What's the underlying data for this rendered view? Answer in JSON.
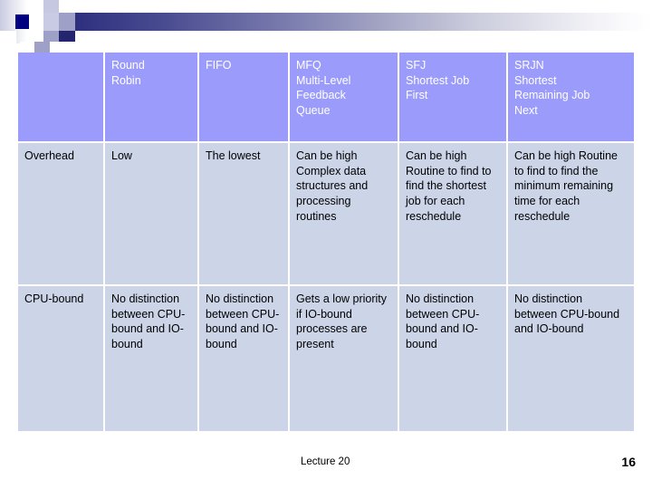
{
  "slide": {
    "footer_label": "Lecture 20",
    "page_number": "16",
    "colors": {
      "header_cell": "#9b9bfb",
      "body_cell": "#ccd4e8",
      "gradient_start": "#23256e",
      "gradient_end": "#ffffff",
      "header_text": "#ffffff",
      "body_text": "#000000"
    }
  },
  "table": {
    "columns": [
      {
        "key": "label",
        "header": ""
      },
      {
        "key": "rr",
        "header": "Round Robin"
      },
      {
        "key": "fifo",
        "header": "FIFO"
      },
      {
        "key": "mfq",
        "header": "MFQ\nMulti-Level Feedback Queue"
      },
      {
        "key": "sfj",
        "header": "SFJ\nShortest Job First"
      },
      {
        "key": "srjn",
        "header": "SRJN\nShortest Remaining Job Next"
      }
    ],
    "header_lines": {
      "col0": [],
      "col1": [
        "Round",
        "Robin"
      ],
      "col2": [
        "FIFO"
      ],
      "col3": [
        "MFQ",
        "Multi-Level",
        "Feedback",
        "Queue"
      ],
      "col4": [
        "SFJ",
        "Shortest Job",
        "First"
      ],
      "col5": [
        "SRJN",
        "Shortest",
        "Remaining Job",
        "Next"
      ]
    },
    "rows": [
      {
        "name": "overhead",
        "label": "Overhead",
        "cells": [
          {
            "paragraphs": [
              "Low"
            ]
          },
          {
            "paragraphs": [
              "The lowest"
            ]
          },
          {
            "paragraphs": [
              "Can be high Complex data structures and processing routines"
            ]
          },
          {
            "paragraphs": [
              "Can be high Routine to find to find the shortest job for each reschedule"
            ]
          },
          {
            "paragraphs": [
              "Can be high Routine to find to find the minimum remaining time for each reschedule"
            ]
          }
        ]
      },
      {
        "name": "cpu-bound",
        "label": "CPU-bound",
        "cells": [
          {
            "paragraphs": [
              "No distinction between CPU-bound and IO-bound"
            ]
          },
          {
            "paragraphs": [
              "No distinction between CPU-bound and IO-bound"
            ]
          },
          {
            "paragraphs": [
              "Gets a low priority if IO-bound processes are present"
            ]
          },
          {
            "paragraphs": [
              "No distinction between CPU-bound and IO-bound"
            ]
          },
          {
            "paragraphs": [
              "No distinction between CPU-bound and IO-bound"
            ]
          }
        ]
      }
    ]
  }
}
